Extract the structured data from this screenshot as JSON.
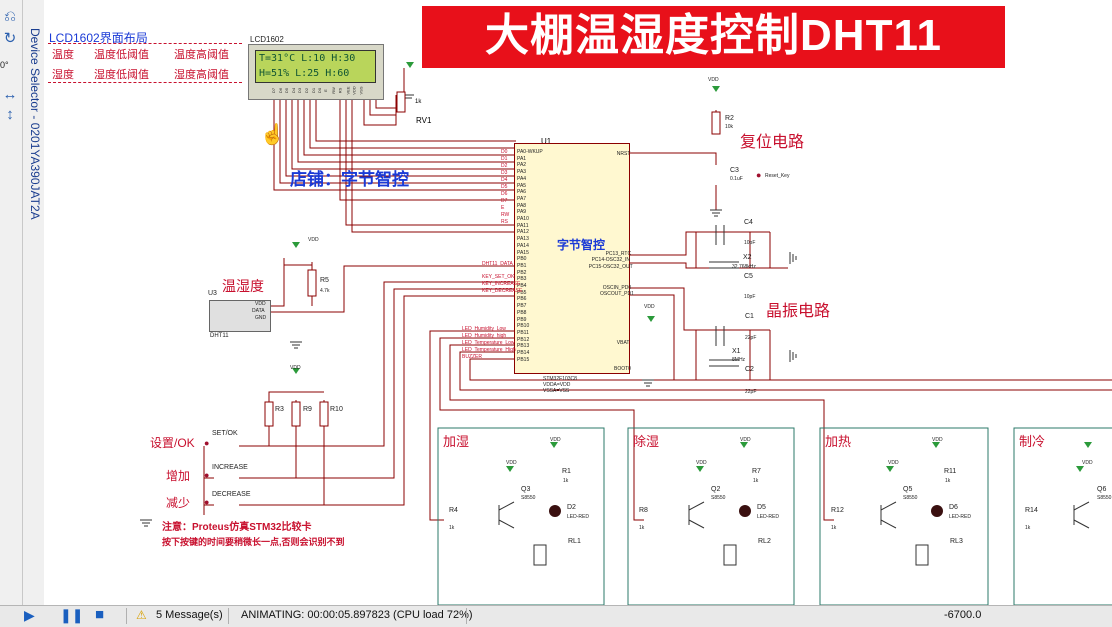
{
  "sidebar": {
    "tool_icons": [
      "undo-icon",
      "redo-icon",
      "rotate-icon"
    ],
    "zoom_value": "0°",
    "device_selector_label": "Device Selector - 0201YA390JAT2A",
    "nav_icons": [
      "flip-horizontal-icon",
      "flip-vertical-icon"
    ]
  },
  "title_banner": "大棚温湿度控制DHT11",
  "lcd_section": {
    "heading": "LCD1602界面布局",
    "row1": [
      "温度",
      "温度低阈值",
      "温度高阈值"
    ],
    "row2": [
      "湿度",
      "湿度低阈值",
      "湿度高阈值"
    ],
    "part_label": "LCD1602",
    "screen_line1": "T=31°C L:10 H:30",
    "screen_line2": "H=51% L:25 H:60",
    "pins": [
      "D7",
      "D6",
      "D5",
      "D4",
      "D3",
      "D2",
      "D1",
      "D0",
      "E",
      "RW",
      "RS",
      "VEE",
      "VDD",
      "VSS"
    ]
  },
  "rv1": {
    "ref": "RV1",
    "value": "1k"
  },
  "shop_label": "店铺：字节智控",
  "mcu": {
    "ref": "U1",
    "part": "STM32F103C8",
    "inner_label": "字节智控",
    "left_pins": [
      "PA0-WKUP",
      "PA1",
      "PA2",
      "PA3",
      "PA4",
      "PA5",
      "PA6",
      "PA7",
      "PA8",
      "PA9",
      "PA10",
      "PA11",
      "PA12",
      "PA13",
      "PA14",
      "PA15",
      "PB0",
      "PB1",
      "PB2",
      "PB3",
      "PB4",
      "PB5",
      "PB6",
      "PB7",
      "PB8",
      "PB9",
      "PB10",
      "PB11",
      "PB12",
      "PB13",
      "PB14",
      "PB15"
    ],
    "right_pins": [
      "NRST",
      "PC13_RTC",
      "PC14-OSC32_IN",
      "PC15-OSC32_OUT",
      "OSCIN_PD0",
      "OSCOUT_PD1",
      "VBAT",
      "BOOT0"
    ],
    "bottom_labels": [
      "STM32F103C8",
      "VDDA=VDD",
      "VSSA=VSS"
    ]
  },
  "net_labels": {
    "left_lcd": [
      "D0",
      "D1",
      "D2",
      "D3",
      "D4",
      "D5",
      "D6",
      "D7",
      "E",
      "RW",
      "RS"
    ],
    "signals": [
      "DHT11_DATA",
      "KEY_SET_OK",
      "KEY_INCREASE",
      "KEY_DECREASE",
      "LED_Humidity_Low",
      "LED_Humidity_high",
      "LED_Temperature_Low",
      "LED_Temperature_High",
      "BUZZER"
    ]
  },
  "reset": {
    "label": "复位电路",
    "r": "R2",
    "r_val": "10k",
    "c": "C3",
    "c_val": "0.1uF",
    "key": "Reset_Key"
  },
  "crystal": {
    "label": "晶振电路",
    "x2": "X2",
    "x2_val": "32.768kHz",
    "c4": "C4",
    "c5": "C5",
    "c45_val": "10pF",
    "x1": "X1",
    "x1_val": "8MHz",
    "c1": "C1",
    "c2": "C2",
    "c12_val": "22pF"
  },
  "dht": {
    "label": "温湿度",
    "ref": "U3",
    "part": "DHT11",
    "pins": [
      "VDD",
      "DATA",
      "GND"
    ],
    "r": "R5",
    "r_val": "4.7k"
  },
  "keys": {
    "labels": [
      "设置/OK",
      "增加",
      "减少"
    ],
    "names": [
      "SET/OK",
      "INCREASE",
      "DECREASE"
    ],
    "resistors": [
      "R3",
      "R9",
      "R10"
    ]
  },
  "note_line1": "注意：Proteus仿真STM32比较卡",
  "note_line2": "按下按键的时间要稍微长一点,否则会识别不到",
  "modules": [
    {
      "label": "加湿",
      "r_in": "R4",
      "q": "Q3",
      "r_led": "R1",
      "d": "D2",
      "rl": "RL1"
    },
    {
      "label": "除湿",
      "r_in": "R8",
      "q": "Q2",
      "r_led": "R7",
      "d": "D5",
      "rl": "RL2"
    },
    {
      "label": "加热",
      "r_in": "R12",
      "q": "Q5",
      "r_led": "R11",
      "d": "D6",
      "rl": "RL3"
    },
    {
      "label": "制冷",
      "r_in": "R14",
      "q": "Q6",
      "r_led": "",
      "d": "",
      "rl": ""
    }
  ],
  "common": {
    "vdd": "VDD",
    "k1": "1k",
    "s8550": "S8550",
    "led_red": "LED-RED"
  },
  "status": {
    "messages": "5 Message(s)",
    "animating": "ANIMATING: 00:00:05.897823 (CPU load 72%)",
    "coord": "-6700.0"
  }
}
